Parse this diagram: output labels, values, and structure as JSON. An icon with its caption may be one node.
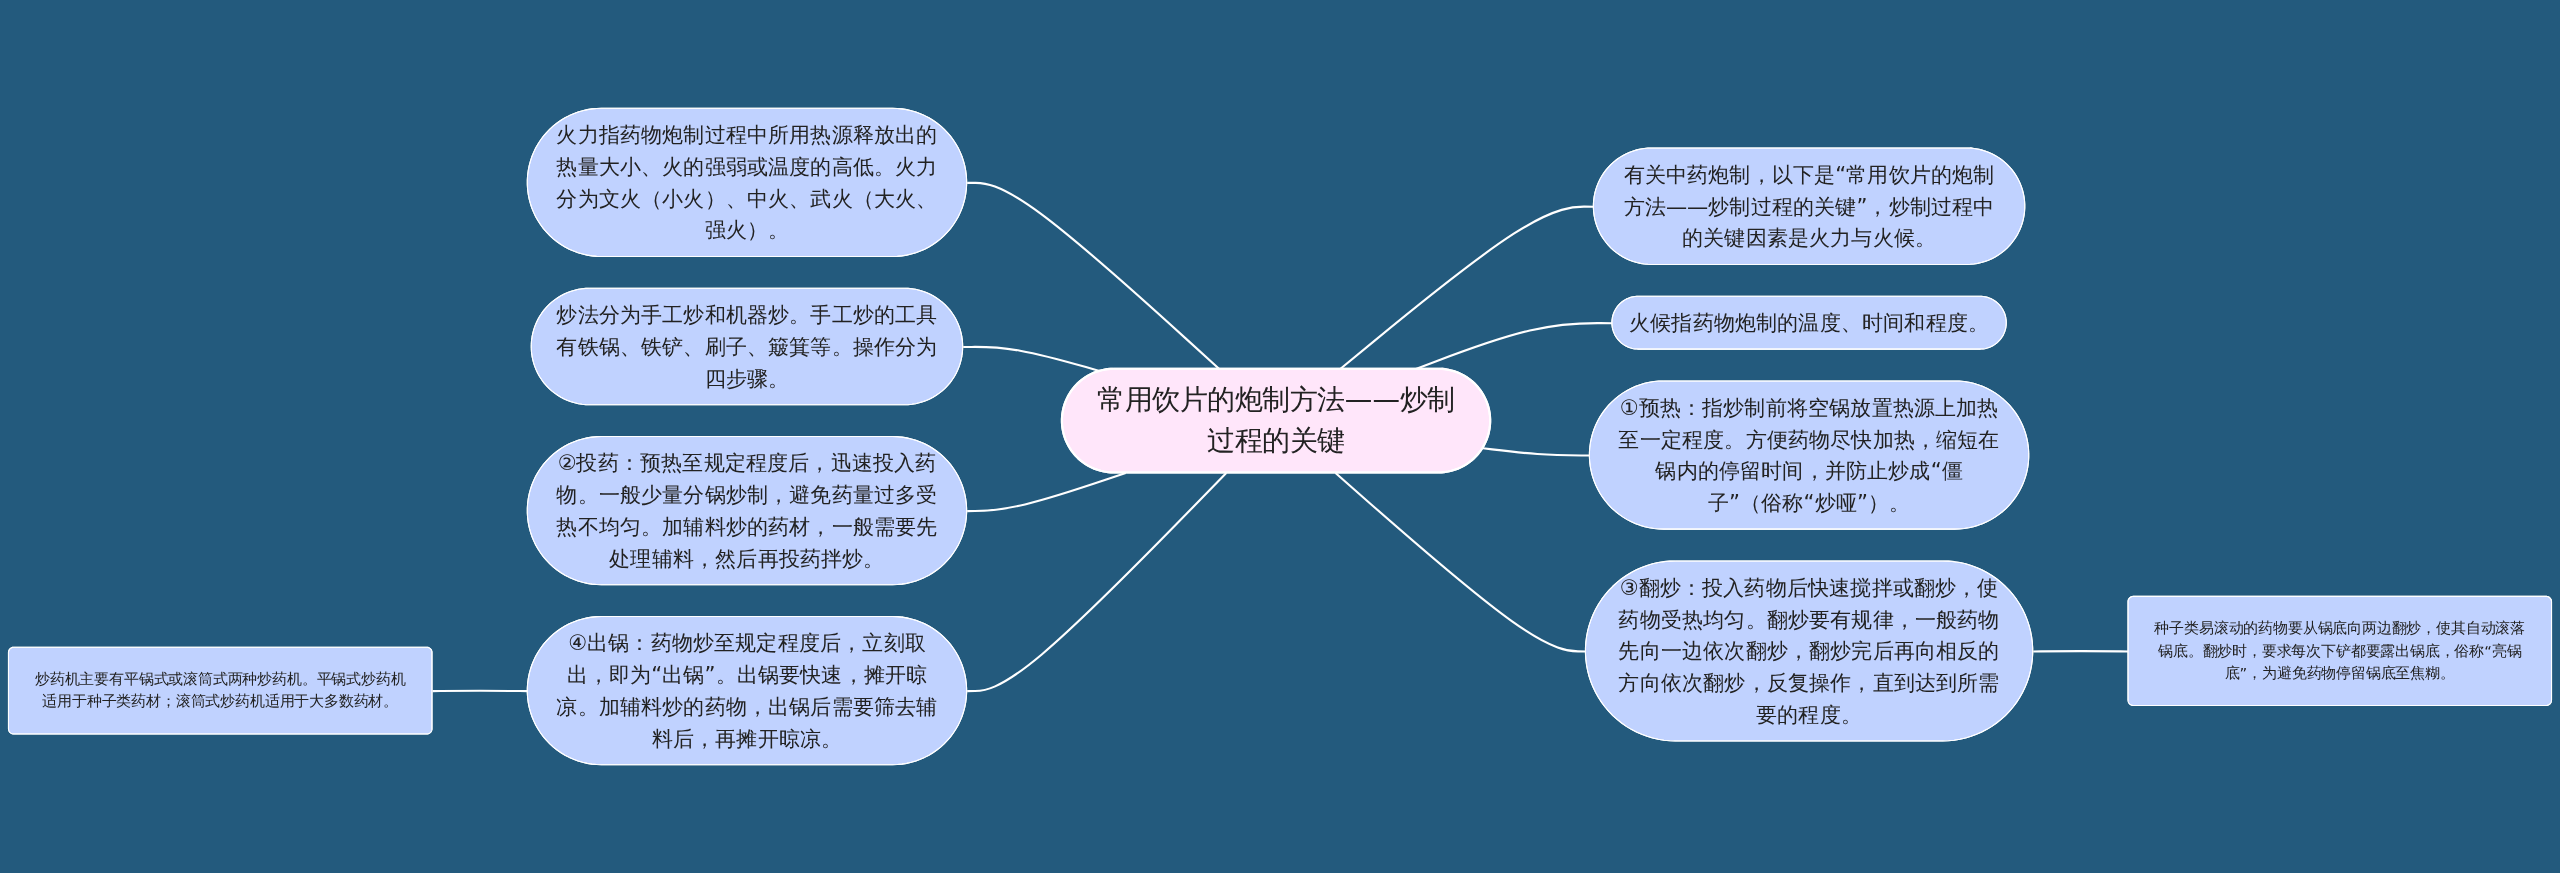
{
  "diagram": {
    "nodes": [
      {
        "text": [
          "常用饮片的炮制方法——炒制过程的关键"
        ]
      },
      {
        "text": [
          "火力指药物炮制过程中所用热源释放出的热量大小、火的强弱或温度的高低。火力分为文火（小火）、中火、武火（大火、强火）。"
        ]
      },
      {
        "text": [
          "炒法分为手工炒和机器炒。手工炒的工具有铁锅、铁铲、刷子、簸箕等。操作分为四步骤。"
        ]
      },
      {
        "text": [
          "②投药：预热至规定程度后，迅速投入药物。一般少量分锅炒制，避免药量过多受热不均匀。加辅料炒的药材，一般需要先处理辅料，然后再投药拌炒。"
        ]
      },
      {
        "text": [
          "④出锅：药物炒至规定程度后，立刻取出，即为“出锅”。出锅要快速，摊开晾凉。加辅料炒的药物，出锅后需要筛去辅料后，再摊开晾凉。"
        ]
      },
      {
        "text": [
          "炒药机主要有平锅式或滚筒式两种炒药机。平锅式炒药机适用于种子类药材；滚筒式炒药机适用于大多数药材。"
        ]
      },
      {
        "text": [
          "有关中药炮制，以下是“常用饮片的炮制方法——炒制过程的关键”，炒制过程中的关键因素是火力与火候。"
        ]
      },
      {
        "text": [
          "火候指药物炮制的温度、时间和程度。"
        ]
      },
      {
        "text": [
          "①预热：指炒制前将空锅放置热源上加热至一定程度。方便药物尽快加热，缩短在锅内的停留时间，并防止炒成“僵子”（俗称“炒哑”）。"
        ]
      },
      {
        "text": [
          "③翻炒：投入药物后快速搅拌或翻炒，使药物受热均匀。翻炒要有规律，一般药物先向一边依次翻炒，翻炒完后再向相反的方向依次翻炒，反复操作，直到达到所需要的程度。"
        ]
      },
      {
        "text": [
          "种子类易滚动的药物要从锅底向两边翻炒，使其自动滚落锅底。翻炒时，要求每次下铲都要露出锅底，俗称“亮锅底”，为避免药物停留锅底至焦糊。"
        ]
      }
    ],
    "edges": [
      {
        "from": 1,
        "to": 0,
        "arrow": "none"
      },
      {
        "from": 2,
        "to": 0,
        "arrow": "none"
      },
      {
        "from": 3,
        "to": 0,
        "arrow": "none"
      },
      {
        "from": 4,
        "to": 0,
        "arrow": "none"
      },
      {
        "from": 5,
        "to": 4,
        "arrow": "none"
      },
      {
        "from": 0,
        "to": 6,
        "arrow": "none"
      },
      {
        "from": 0,
        "to": 7,
        "arrow": "none"
      },
      {
        "from": 0,
        "to": 8,
        "arrow": "none"
      },
      {
        "from": 0,
        "to": 9,
        "arrow": "none"
      },
      {
        "from": 9,
        "to": 10,
        "arrow": "none"
      }
    ]
  }
}
